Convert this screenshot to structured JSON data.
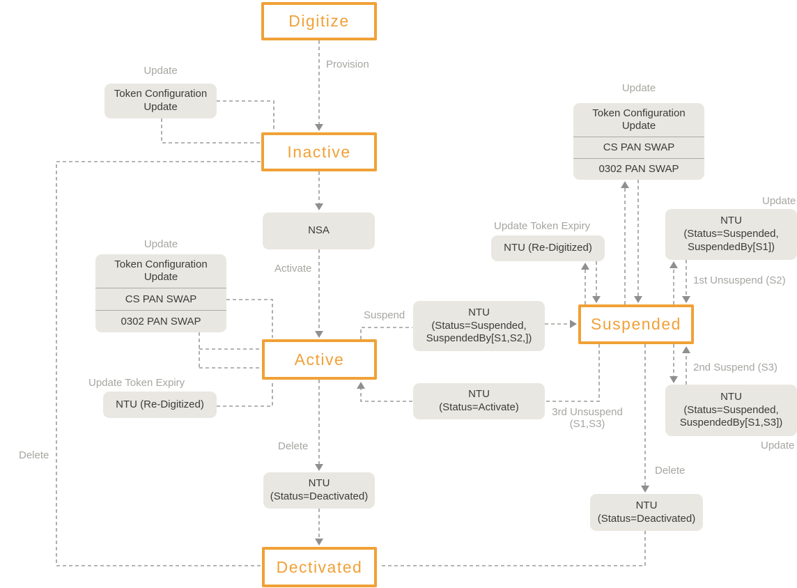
{
  "title": "Token lifecycle state diagram",
  "colors": {
    "accent_orange": "#F0A137",
    "event_box_fill": "#E9E7E1",
    "connector_gray": "#9B9B99",
    "label_gray": "#A5A5A1",
    "event_text": "#3B3B39",
    "background": "#FFFFFF"
  },
  "states": {
    "digitize": {
      "label": "Digitize"
    },
    "inactive": {
      "label": "Inactive"
    },
    "active": {
      "label": "Active"
    },
    "suspended": {
      "label": "Suspended"
    },
    "dectivated": {
      "label": "Dectivated"
    }
  },
  "events": {
    "nsa": {
      "label": "NSA"
    },
    "tcu_top_left": {
      "lines": [
        "Token Configuration",
        "Update"
      ]
    },
    "stack_left": {
      "rows": [
        "Token Configuration\nUpdate",
        "CS PAN SWAP",
        "0302 PAN SWAP"
      ],
      "row0a": "Token Configuration",
      "row0b": "Update",
      "row1": "CS PAN SWAP",
      "row2": "0302 PAN SWAP"
    },
    "stack_right": {
      "row0a": "Token Configuration",
      "row0b": "Update",
      "row1": "CS PAN SWAP",
      "row2": "0302 PAN SWAP"
    },
    "ntu_redigitized_left": {
      "label": "NTU (Re-Digitized)"
    },
    "ntu_redigitized_right": {
      "label": "NTU (Re-Digitized)"
    },
    "ntu_suspended_s1s2": {
      "lines": [
        "NTU",
        "(Status=Suspended,",
        "SuspendedBy[S1,S2,])"
      ]
    },
    "ntu_activate": {
      "lines": [
        "NTU",
        "(Status=Activate)"
      ]
    },
    "ntu_suspended_s1": {
      "lines": [
        "NTU",
        "(Status=Suspended,",
        "SuspendedBy[S1])"
      ]
    },
    "ntu_suspended_s1s3": {
      "lines": [
        "NTU",
        "(Status=Suspended,",
        "SuspendedBy[S1,S3])"
      ]
    },
    "ntu_deactivated_center": {
      "lines": [
        "NTU",
        "(Status=Deactivated)"
      ]
    },
    "ntu_deactivated_right": {
      "lines": [
        "NTU",
        "(Status=Deactivated)"
      ]
    }
  },
  "edge_labels": {
    "provision": "Provision",
    "update_top_left": "Update",
    "update_stack_left": "Update",
    "activate": "Activate",
    "update_token_expiry_left": "Update Token Expiry",
    "suspend": "Suspend",
    "delete_center": "Delete",
    "delete_left": "Delete",
    "update_stack_right": "Update",
    "update_token_expiry_right": "Update Token Expiry",
    "update_s1": "Update",
    "first_unsuspend": "1st Unsuspend (S2)",
    "second_suspend": "2nd Suspend (S3)",
    "update_s1s3": "Update",
    "third_unsuspend_line1": "3rd Unsuspend",
    "third_unsuspend_line2": "(S1,S3)",
    "delete_right": "Delete"
  }
}
